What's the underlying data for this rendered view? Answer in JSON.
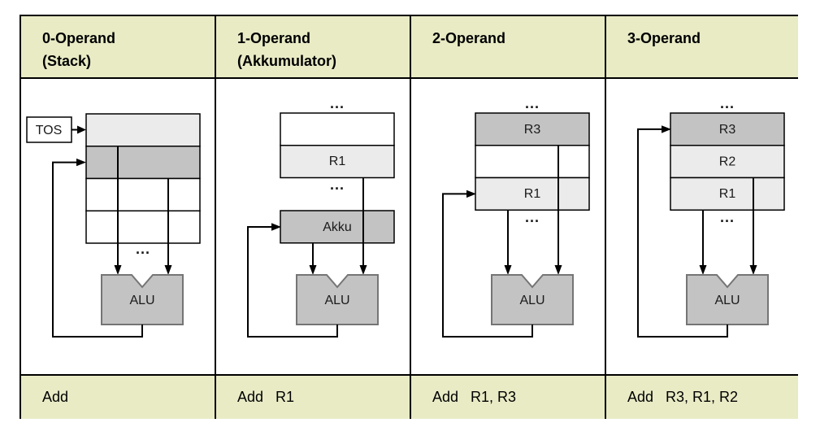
{
  "colors": {
    "header_footer_bg": "#e9ebc5",
    "cell_light_gray": "#ebebeb",
    "cell_dark_gray": "#c3c3c3",
    "alu_fill": "#c3c3c3",
    "alu_border": "#757575",
    "table_border": "#000000",
    "wire": "#000000"
  },
  "dots": "...",
  "columns": [
    {
      "header_line1": "0-Operand",
      "header_line2": "(Stack)",
      "tos_label": "TOS",
      "alu_label": "ALU",
      "instruction": "Add"
    },
    {
      "header_line1": "1-Operand",
      "header_line2": "(Akkumulator)",
      "reg_r1": "R1",
      "akku_label": "Akku",
      "alu_label": "ALU",
      "instruction": "Add   R1"
    },
    {
      "header_line1": "2-Operand",
      "reg_r3": "R3",
      "reg_r1": "R1",
      "alu_label": "ALU",
      "instruction": "Add   R1, R3"
    },
    {
      "header_line1": "3-Operand",
      "reg_r3": "R3",
      "reg_r2": "R2",
      "reg_r1": "R1",
      "alu_label": "ALU",
      "instruction": "Add   R3, R1, R2"
    }
  ]
}
